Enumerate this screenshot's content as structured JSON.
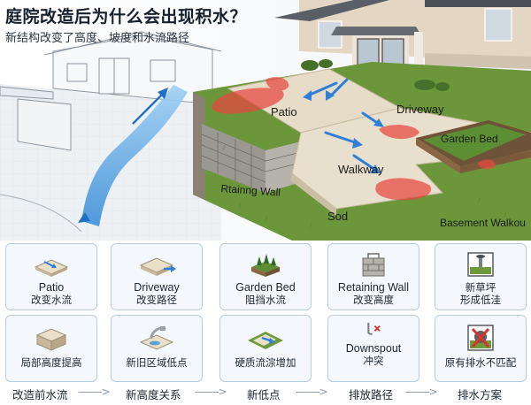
{
  "header": {
    "title": "庭院改造后为什么会出现积水？",
    "subtitle": "新结构改变了高度、坡度和水流路径"
  },
  "illustration_labels": {
    "patio": "Patio",
    "driveway": "Driveway",
    "garden_bed": "Garden Bed",
    "walkway": "Walkway",
    "retaining_wall": "Rtainng Wall",
    "sod": "Sod",
    "basement": "Basement Walkou"
  },
  "cards_row1": [
    {
      "en": "Patio",
      "zh": "改变水流",
      "icon": "patio-slab-icon"
    },
    {
      "en": "Driveway",
      "zh": "改变路径",
      "icon": "driveway-slab-icon"
    },
    {
      "en": "Garden Bed",
      "zh": "阻挡水流",
      "icon": "garden-bed-icon"
    },
    {
      "en": "Retaining Wall",
      "zh": "改变高度",
      "icon": "retaining-wall-icon"
    },
    {
      "en": "新草坪",
      "zh": "形成低洼",
      "icon": "new-sod-icon"
    }
  ],
  "cards_row2": [
    {
      "zh": "局部高度提高",
      "icon": "raised-block-icon"
    },
    {
      "zh": "新旧区域低点",
      "icon": "low-point-icon"
    },
    {
      "zh": "硬质流淙增加",
      "icon": "hard-surface-runoff-icon"
    },
    {
      "en": "Downspout",
      "zh": "冲突",
      "icon": "downspout-conflict-icon"
    },
    {
      "zh": "原有排水不匹配",
      "icon": "drain-mismatch-icon"
    }
  ],
  "flow": {
    "steps": [
      "改造前水流",
      "新高度关系",
      "新低点",
      "排放路径",
      "排水方案"
    ],
    "arrow": "-------->"
  },
  "colors": {
    "grass": "#6f9a3c",
    "concrete": "#e6dcc8",
    "water": "#3b8fd6",
    "pooling": "#e8473f",
    "card_bg": "#f4f8fc",
    "card_border": "#b9cde0"
  }
}
